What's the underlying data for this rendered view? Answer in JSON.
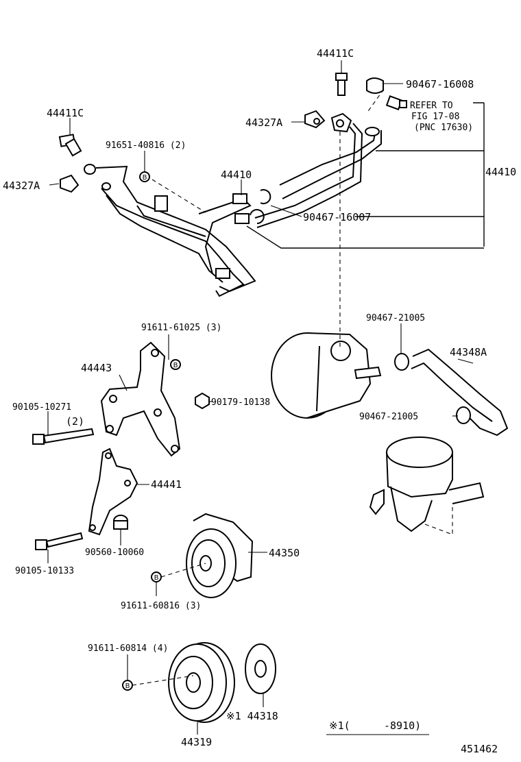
{
  "diagram": {
    "figure_number": "451462",
    "footnote": {
      "mark": "※1(",
      "range": "-8910)"
    },
    "bolt_marker": "B",
    "labels": {
      "l_44411c_top": "44411C",
      "l_90467_16008": "90467-16008",
      "l_refer_1": "REFER TO",
      "l_refer_2": "FIG 17-08",
      "l_refer_3": "(PNC 17630)",
      "l_44327a_top": "44327A",
      "l_44411c_left": "44411C",
      "l_91651_40816": "91651-40816 (2)",
      "l_44327a_left": "44327A",
      "l_44410_mid": "44410",
      "l_44410_right": "44410",
      "l_90467_16007": "90467-16007",
      "l_91611_61025": "91611-61025 (3)",
      "l_90467_21005_top": "90467-21005",
      "l_44348a": "44348A",
      "l_44443": "44443",
      "l_90105_10271": "90105-10271",
      "l_qty_2": "(2)",
      "l_90179_10138": "90179-10138",
      "l_90467_21005_bot": "90467-21005",
      "l_44441": "44441",
      "l_90105_10133": "90105-10133",
      "l_90560_10060": "90560-10060",
      "l_44350": "44350",
      "l_91611_60816": "91611-60816 (3)",
      "l_91611_60814": "91611-60814 (4)",
      "l_44318": "※1 44318",
      "l_44319": "44319"
    }
  }
}
